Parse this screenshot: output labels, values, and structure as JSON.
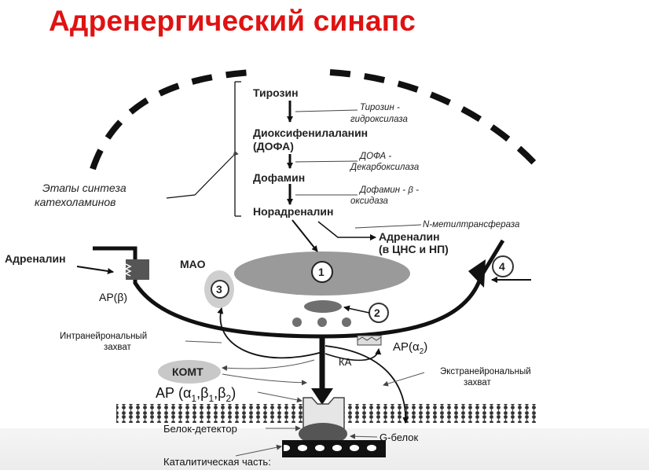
{
  "title": "Адренергический синапс",
  "synthesis": {
    "stage_label_line1": "Этапы синтеза",
    "stage_label_line2": "катехоламинов",
    "steps": [
      "Тирозин",
      "Диоксифенилаланин",
      "(ДОФА)",
      "Дофамин",
      "Норадреналин"
    ],
    "enzymes": {
      "tyrosine_line1": "Тирозин -",
      "tyrosine_line2": "гидроксилаза",
      "dopa_line1": "ДОФА -",
      "dopa_line2": "Декарбоксилаза",
      "dopamine_line1": "Дофамин - β -",
      "dopamine_line2": "оксидаза",
      "nmethyl": "N-метилтрансфераза"
    },
    "adrenaline_line1": "Адреналин",
    "adrenaline_line2": "(в ЦНС и НП)"
  },
  "labels": {
    "adrenaline_left": "Адреналин",
    "ar_beta": "АР(β)",
    "mao": "МАО",
    "num1": "1",
    "num2": "2",
    "num3": "3",
    "num4": "4",
    "intraneuronal_line1": "Интранейрональный",
    "intraneuronal_line2": "захват",
    "komt": "КОМТ",
    "ka": "КА",
    "ar_alpha2": "АР(α",
    "ar_alpha2_sub": "2",
    "ar_alpha2_end": ")",
    "extraneuronal_line1": "Экстранейрональный",
    "extraneuronal_line2": "захват",
    "ar_post": "АР (α",
    "ar_post_sub1": "1",
    "ar_post_mid1": ",β",
    "ar_post_sub2": "1",
    "ar_post_mid2": ",β",
    "ar_post_sub3": "2",
    "ar_post_end": ")",
    "detector_protein": "Белок-детектор",
    "g_protein": "G-белок",
    "catalytic": "Каталитическая часть:"
  },
  "colors": {
    "title": "#e01212",
    "ink": "#111111",
    "vesicle": "#9a9a9a",
    "dark_vesicle": "#6f6f6f"
  }
}
